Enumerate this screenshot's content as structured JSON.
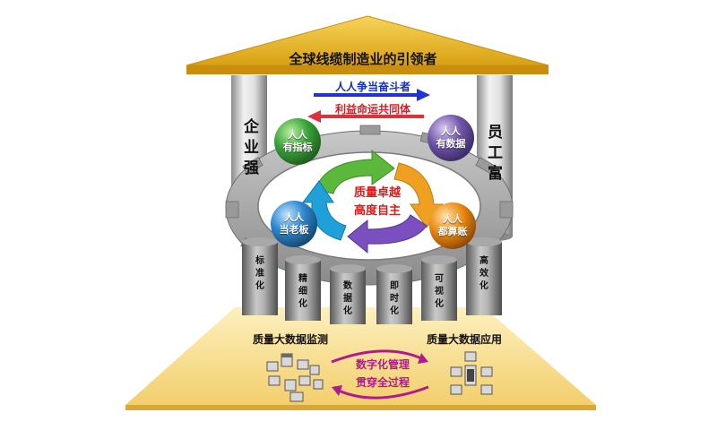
{
  "roof": {
    "title": "全球线缆制造业的引领者"
  },
  "slogans": {
    "top": "人人争当奋斗者",
    "bottom": "利益命运共同体"
  },
  "columns": {
    "left": "企业强",
    "right": "员工富"
  },
  "balls": [
    {
      "line1": "人人",
      "line2": "有指标",
      "color": "#2f9a3a"
    },
    {
      "line1": "人人",
      "line2": "有数据",
      "color": "#6a4ea0"
    },
    {
      "line1": "人人",
      "line2": "当老板",
      "color": "#2a7cc0"
    },
    {
      "line1": "人人",
      "line2": "都算账",
      "color": "#e07a10"
    }
  ],
  "center": {
    "line1": "质量卓越",
    "line2": "高度自主"
  },
  "pillars": [
    "标准化",
    "精细化",
    "数据化",
    "即时化",
    "可视化",
    "高效化"
  ],
  "base": {
    "left_label": "质量大数据监测",
    "right_label": "质量大数据应用",
    "slogan_line1": "数字化管理",
    "slogan_line2": "贯穿全过程"
  },
  "colors": {
    "roof": "#e9b21c",
    "base": "#f7dc8a",
    "arrow_blue": "#1f33d6",
    "arrow_red": "#e0303a",
    "accent_text": "#e01818"
  }
}
